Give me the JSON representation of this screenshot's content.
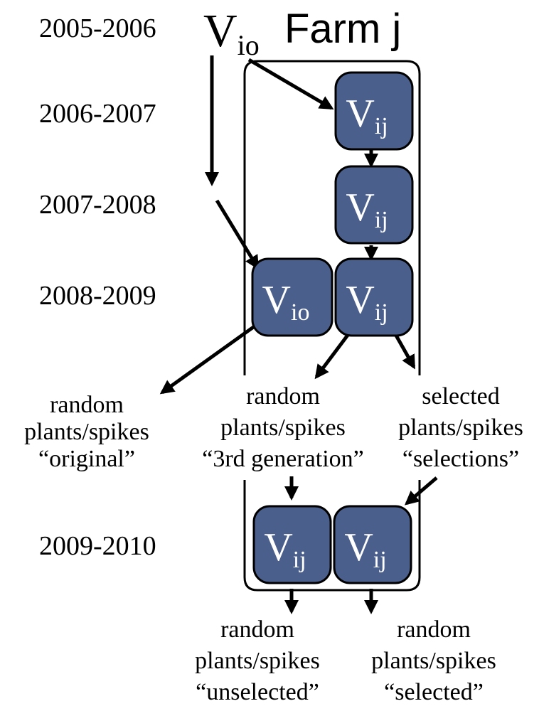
{
  "header": {
    "vio_main": "V",
    "vio_sub": "io",
    "farm_title": "Farm j"
  },
  "years": [
    "2005-2006",
    "2006-2007",
    "2007-2008",
    "2008-2009",
    "2009-2010"
  ],
  "nodes": {
    "vij_main": "V",
    "vij_sub": "ij",
    "vio_main": "V",
    "vio_sub": "io"
  },
  "labels": {
    "original": [
      "random",
      "plants/spikes",
      "“original”"
    ],
    "third_generation": [
      "random",
      "plants/spikes",
      "“3rd generation”"
    ],
    "selections": [
      "selected",
      "plants/spikes",
      "“selections”"
    ],
    "unselected": [
      "random",
      "plants/spikes",
      "“unselected”"
    ],
    "selected": [
      "random",
      "plants/spikes",
      "“selected”"
    ]
  }
}
